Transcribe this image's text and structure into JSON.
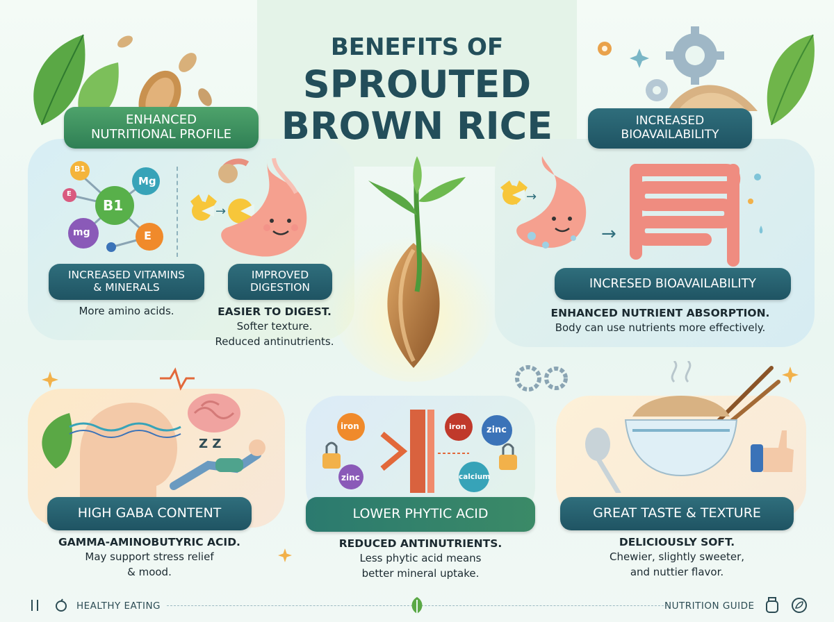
{
  "title": {
    "line1": "BENEFITS OF",
    "line2": "SPROUTED",
    "line3": "BROWN RICE"
  },
  "sections": {
    "nutrition": {
      "header": "ENHANCED\nNUTRITIONAL PROFILE",
      "vitamins_pill": "INCREASED VITAMINS\n& MINERALS",
      "vitamins_desc": "More amino acids.",
      "digestion_pill": "IMPROVED\nDIGESTION",
      "digestion_bold": "EASIER TO DIGEST.",
      "digestion_desc": "Softer texture.\nReduced antinutrients.",
      "bubbles": [
        "B1",
        "Mg",
        "B1",
        "E",
        "mg",
        "E"
      ]
    },
    "bioavailability": {
      "header": "INCREASED\nBIOAVAILABILITY",
      "pill": "INCRESED BIOAVAILABILITY",
      "bold": "ENHANCED NUTRIENT ABSORPTION.",
      "desc": "Body can use nutrients more effectively."
    },
    "gaba": {
      "pill": "HIGH GABA CONTENT",
      "bold": "GAMMA-AMINOBUTYRIC ACID.",
      "desc": "May support stress relief\n& mood.",
      "zzz": "Z Z"
    },
    "phytic": {
      "pill": "LOWER PHYTIC ACID",
      "bold": "REDUCED ANTINUTRIENTS.",
      "desc": "Less phytic acid means\nbetter mineral uptake.",
      "minerals": [
        "iron",
        "zinc",
        "iron",
        "zinc",
        "calcium"
      ]
    },
    "taste": {
      "pill": "GREAT TASTE & TEXTURE",
      "bold": "DELICIOUSLY SOFT.",
      "desc": "Chewier, slightly sweeter,\nand nuttier flavor."
    }
  },
  "footer": {
    "left": "HEALTHY EATING",
    "right": "NUTRITION GUIDE"
  },
  "colors": {
    "pill_teal": "#1f5463",
    "pill_green": "#2f7f55",
    "title": "#234e5a",
    "stomach": "#f5a08f",
    "seed": "#b5773d",
    "leaf": "#5aa845"
  }
}
